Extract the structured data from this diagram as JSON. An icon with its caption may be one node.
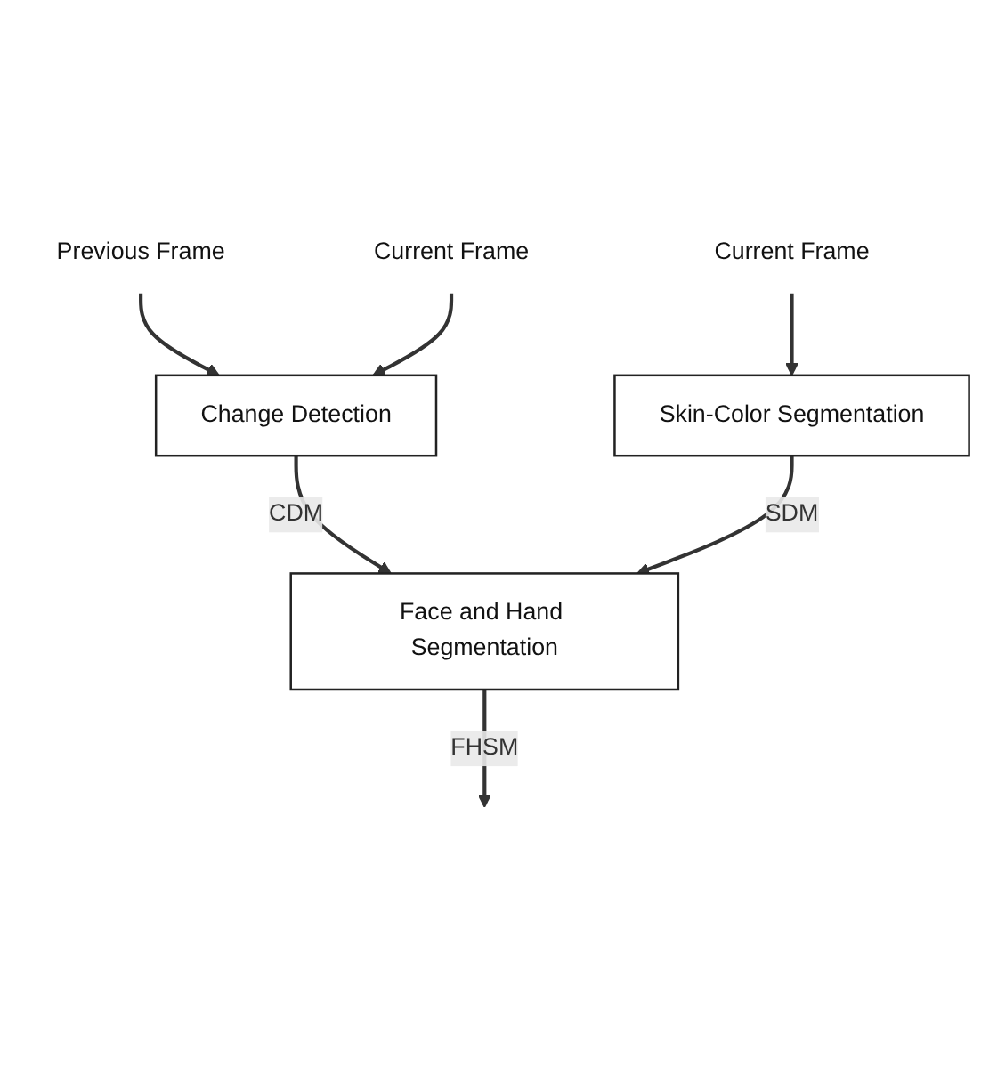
{
  "diagram": {
    "nodes": [
      {
        "text": [
          "Previous Frame"
        ]
      },
      {
        "text": [
          "Current Frame"
        ]
      },
      {
        "text": [
          "Current Frame"
        ]
      },
      {
        "text": [
          "Change Detection"
        ]
      },
      {
        "text": [
          "Skin-Color Segmentation"
        ]
      },
      {
        "text": [
          "Face and Hand Segmentation"
        ]
      }
    ],
    "edges": [
      {
        "from": 0,
        "to": 3,
        "arrow": "to"
      },
      {
        "from": 1,
        "to": 3,
        "arrow": "to"
      },
      {
        "from": 2,
        "to": 4,
        "arrow": "to"
      },
      {
        "from": 3,
        "to": 5,
        "arrow": "to",
        "label": "CDM"
      },
      {
        "from": 4,
        "to": 5,
        "arrow": "to",
        "label": "SDM"
      },
      {
        "from": 5,
        "to": null,
        "arrow": "to",
        "label": "FHSM"
      }
    ]
  }
}
